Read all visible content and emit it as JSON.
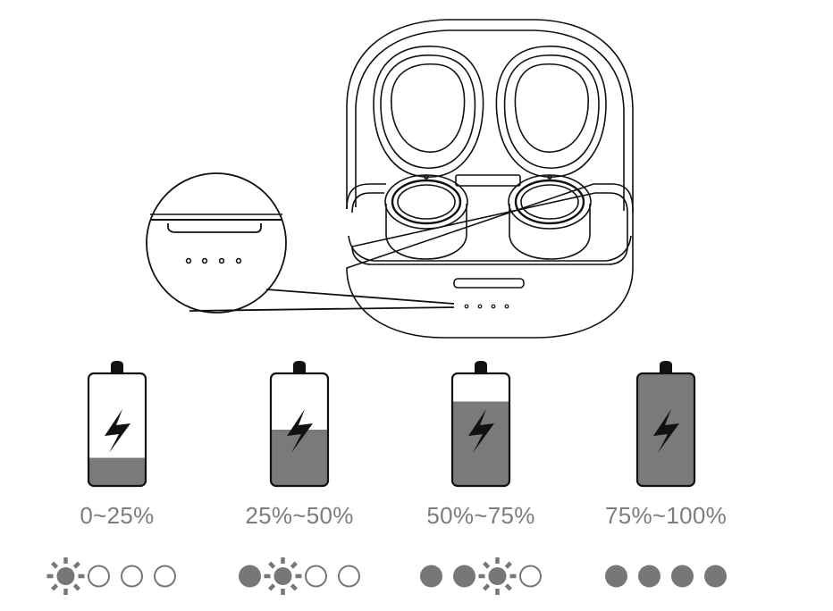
{
  "levels": [
    {
      "label": "0~25%",
      "fill_fraction": 0.25,
      "indicators": [
        "blinking",
        "off",
        "off",
        "off"
      ]
    },
    {
      "label": "25%~50%",
      "fill_fraction": 0.5,
      "indicators": [
        "on",
        "blinking",
        "off",
        "off"
      ]
    },
    {
      "label": "50%~75%",
      "fill_fraction": 0.75,
      "indicators": [
        "on",
        "on",
        "blinking",
        "off"
      ]
    },
    {
      "label": "75%~100%",
      "fill_fraction": 1.0,
      "indicators": [
        "on",
        "on",
        "on",
        "on"
      ]
    }
  ],
  "colors": {
    "line": "#111111",
    "battery_fill": "#7a7a7a",
    "indicator_on": "#777777",
    "label_text": "#7d7d7d"
  },
  "case": {
    "indicator_dot_count": 4
  }
}
